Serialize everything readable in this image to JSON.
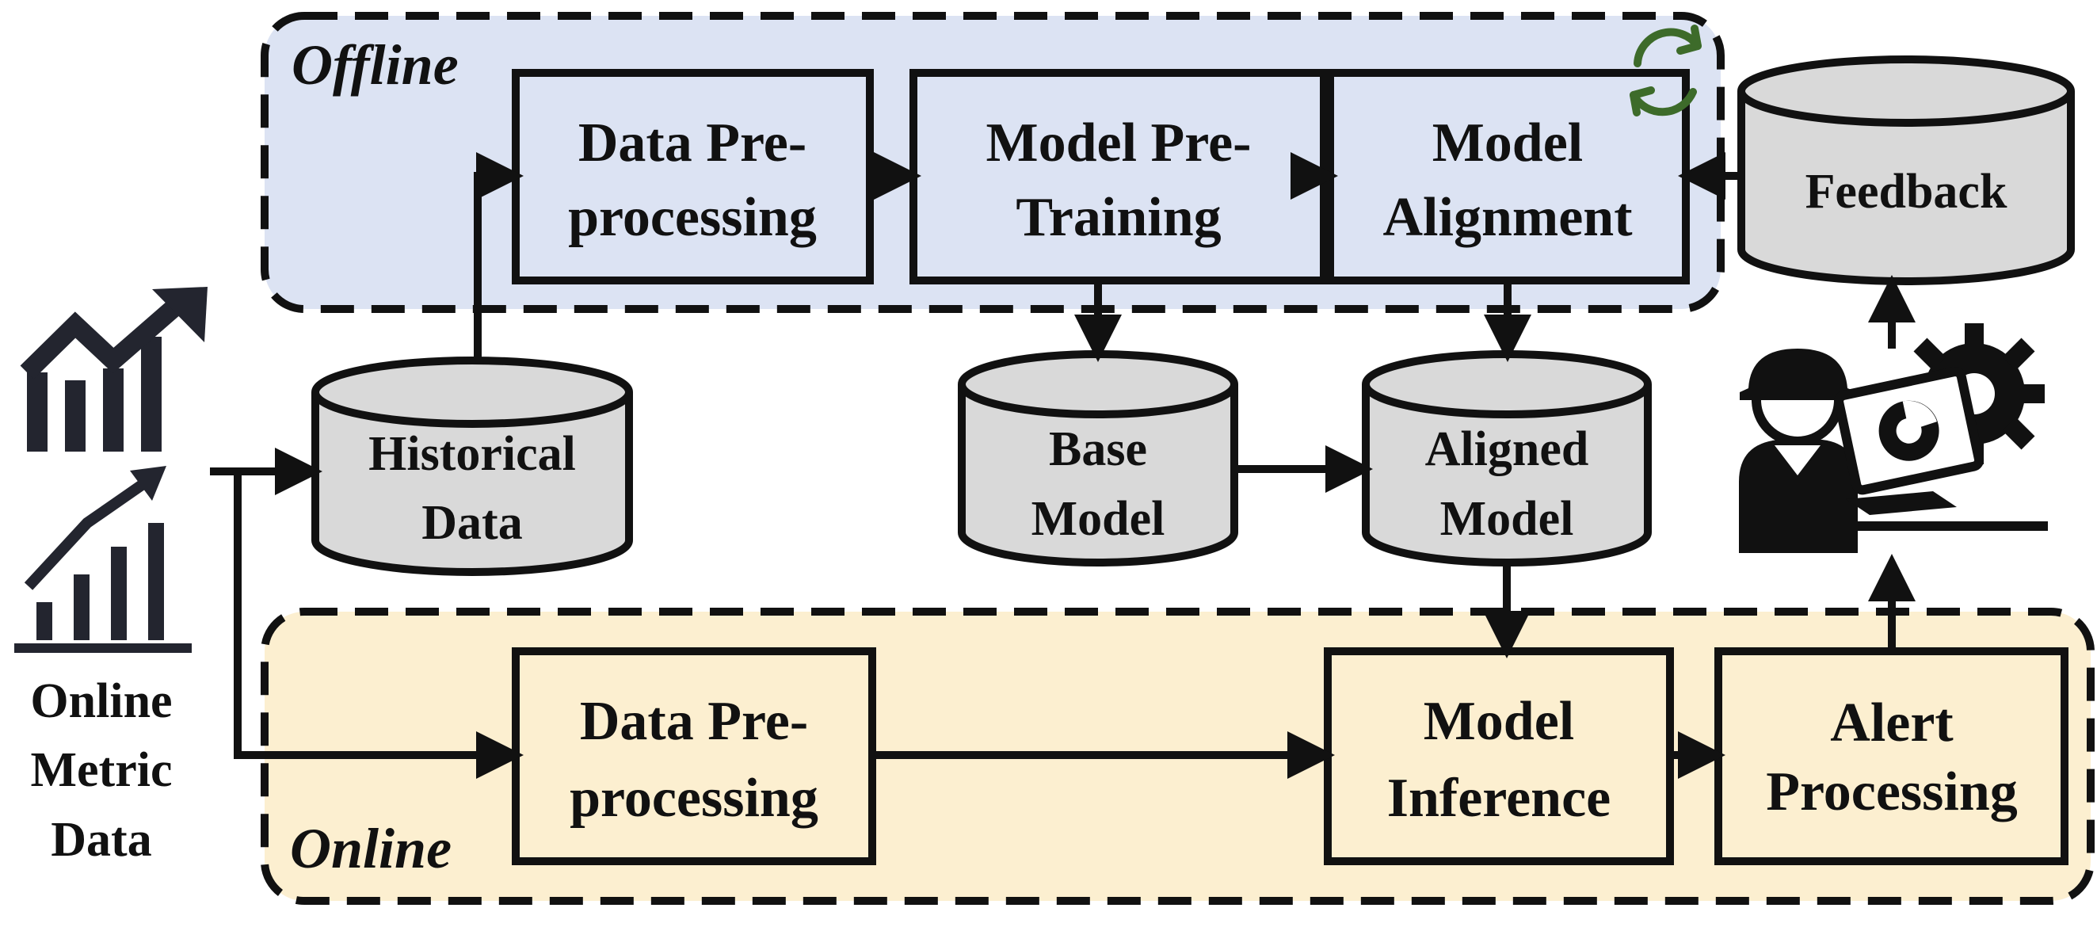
{
  "regions": {
    "offline": {
      "label": "Offline",
      "fill": "#dce3f3"
    },
    "online": {
      "label": "Online",
      "fill": "#fcefd0"
    }
  },
  "offline_boxes": {
    "preprocessing": [
      "Data Pre-",
      "processing"
    ],
    "pretraining": [
      "Model Pre-",
      "Training"
    ],
    "alignment": [
      "Model",
      "Alignment"
    ]
  },
  "online_boxes": {
    "preprocessing": [
      "Data Pre-",
      "processing"
    ],
    "inference": [
      "Model",
      "Inference"
    ],
    "alert": [
      "Alert",
      "Processing"
    ]
  },
  "stores": {
    "historical": [
      "Historical",
      "Data"
    ],
    "base_model": [
      "Base",
      "Model"
    ],
    "aligned_model": [
      "Aligned",
      "Model"
    ],
    "feedback": [
      "Feedback"
    ]
  },
  "source": {
    "label": [
      "Online",
      "Metric",
      "Data"
    ]
  },
  "icons": {
    "source": "metric-chart-icon",
    "operator": "engineer-laptop-icon",
    "loop": "refresh-cycle-icon"
  },
  "colors": {
    "cylinder": "#d9d9d9",
    "box_stroke": "#111111",
    "loop_icon": "#3d6b2a"
  }
}
